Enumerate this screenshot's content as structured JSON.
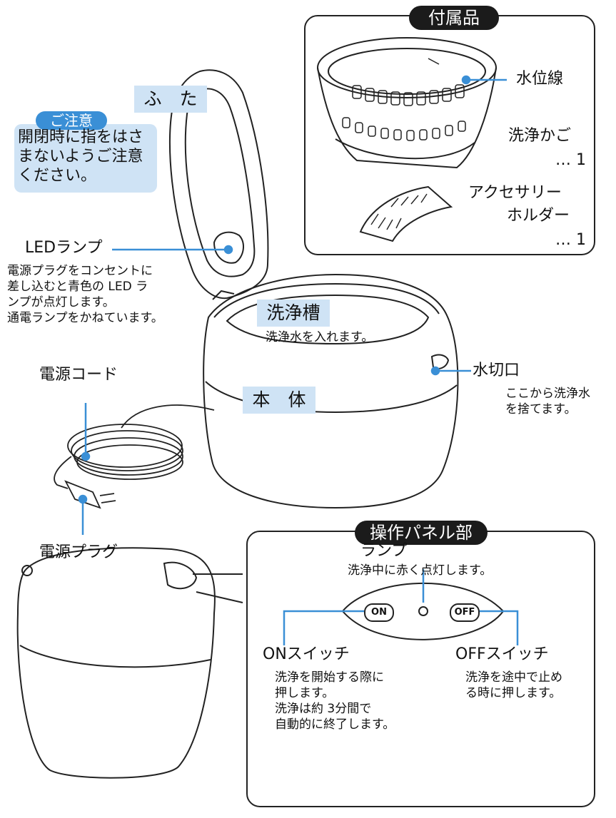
{
  "accessories": {
    "title": "付属品",
    "water_line": "水位線",
    "basket_label": "洗浄かご",
    "basket_qty": "… 1",
    "holder_line1": "アクセサリー",
    "holder_line2": "ホルダー",
    "holder_qty": "… 1"
  },
  "lid_label": "ふ　た",
  "caution": {
    "badge": "ご注意",
    "line1": "開閉時に指をはさ",
    "line2": "まないようご注意",
    "line3": "ください。"
  },
  "led": {
    "label": "LEDランプ",
    "desc1": "電源プラグをコンセントに",
    "desc2": "差し込むと青色の LED ラ",
    "desc3": "ンプが点灯します。",
    "desc4": "通電ランプをかねています。"
  },
  "tank": {
    "label": "洗浄槽",
    "desc": "洗浄水を入れます。"
  },
  "drain": {
    "label": "水切口",
    "desc1": "ここから洗浄水",
    "desc2": "を捨てます。"
  },
  "body_label": "本　体",
  "cord_label": "電源コード",
  "plug_label": "電源プラグ",
  "panel": {
    "title": "操作パネル部",
    "lamp_label": "ランプ",
    "lamp_desc": "洗浄中に赤く点灯します。",
    "on_button": "ON",
    "off_button": "OFF",
    "on_label": "ONスイッチ",
    "on_desc1": "洗浄を開始する際に",
    "on_desc2": "押します。",
    "on_desc3": "洗浄は約 3分間で",
    "on_desc4": "自動的に終了します。",
    "off_label": "OFFスイッチ",
    "off_desc1": "洗浄を途中で止め",
    "off_desc2": "る時に押します。"
  },
  "colors": {
    "accent_blue": "#3a8fd6",
    "label_bg": "#cfe3f5",
    "dark": "#1b1b1b"
  }
}
